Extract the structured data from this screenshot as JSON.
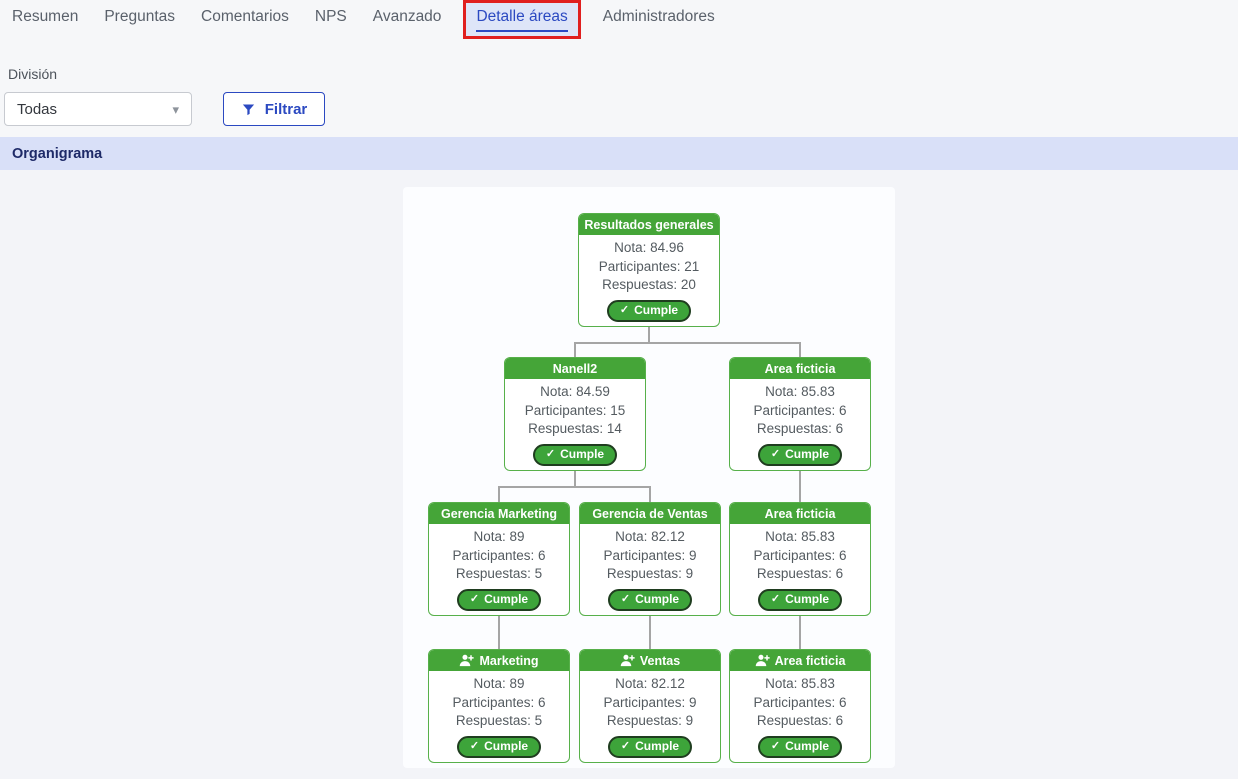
{
  "tabs": {
    "items": [
      {
        "label": "Resumen"
      },
      {
        "label": "Preguntas"
      },
      {
        "label": "Comentarios"
      },
      {
        "label": "NPS"
      },
      {
        "label": "Avanzado"
      },
      {
        "label": "Detalle áreas"
      },
      {
        "label": "Administradores"
      }
    ],
    "active": "Detalle áreas"
  },
  "filters": {
    "division_label": "División",
    "division_value": "Todas",
    "filter_button_label": "Filtrar"
  },
  "section": {
    "title": "Organigrama"
  },
  "icons": {
    "check": "✓",
    "caret_down": "▾",
    "filter": "funnel-icon",
    "person_add": "person-add-icon"
  },
  "colors": {
    "node_header_green": "#45a538",
    "node_border_green": "#57b04a",
    "badge_green": "#3da43a",
    "badge_border": "#1f3d1f",
    "connector_gray": "#a5a5a5",
    "active_tab_blue": "#2b49c1",
    "annotation_red": "#e01f1f",
    "section_bg": "#d9e0f8",
    "section_text": "#1e2a68"
  },
  "org": {
    "nodes": [
      {
        "title": "Resultados generales",
        "has_icon": false,
        "nota": "Nota: 84.96",
        "participantes": "Participantes: 21",
        "respuestas": "Respuestas: 20",
        "badge": "Cumple"
      },
      {
        "title": "Nanell2",
        "has_icon": false,
        "nota": "Nota: 84.59",
        "participantes": "Participantes: 15",
        "respuestas": "Respuestas: 14",
        "badge": "Cumple"
      },
      {
        "title": "Area ficticia",
        "has_icon": false,
        "nota": "Nota: 85.83",
        "participantes": "Participantes: 6",
        "respuestas": "Respuestas: 6",
        "badge": "Cumple"
      },
      {
        "title": "Gerencia Marketing",
        "has_icon": false,
        "nota": "Nota: 89",
        "participantes": "Participantes: 6",
        "respuestas": "Respuestas: 5",
        "badge": "Cumple"
      },
      {
        "title": "Gerencia de Ventas",
        "has_icon": false,
        "nota": "Nota: 82.12",
        "participantes": "Participantes: 9",
        "respuestas": "Respuestas: 9",
        "badge": "Cumple"
      },
      {
        "title": "Area ficticia",
        "has_icon": false,
        "nota": "Nota: 85.83",
        "participantes": "Participantes: 6",
        "respuestas": "Respuestas: 6",
        "badge": "Cumple"
      },
      {
        "title": "Marketing",
        "has_icon": true,
        "nota": "Nota: 89",
        "participantes": "Participantes: 6",
        "respuestas": "Respuestas: 5",
        "badge": "Cumple"
      },
      {
        "title": "Ventas",
        "has_icon": true,
        "nota": "Nota: 82.12",
        "participantes": "Participantes: 9",
        "respuestas": "Respuestas: 9",
        "badge": "Cumple"
      },
      {
        "title": "Area ficticia",
        "has_icon": true,
        "nota": "Nota: 85.83",
        "participantes": "Participantes: 6",
        "respuestas": "Respuestas: 6",
        "badge": "Cumple"
      }
    ]
  }
}
